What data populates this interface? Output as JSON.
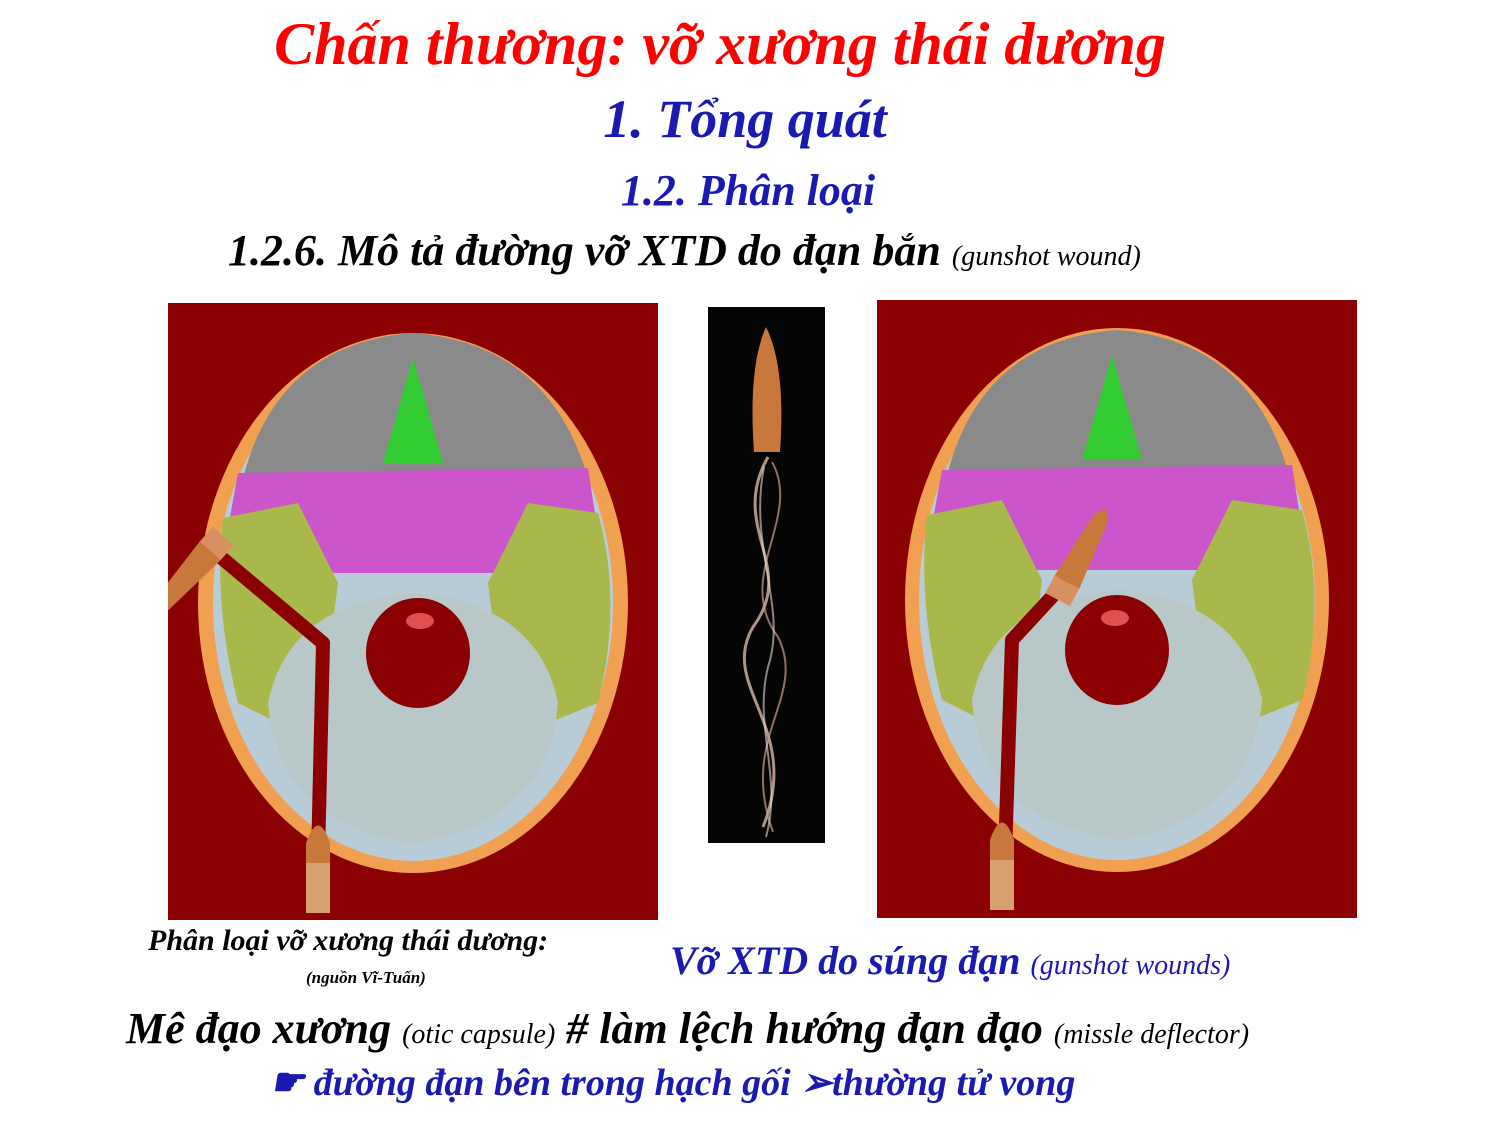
{
  "slide": {
    "title": "Chấn thương: vỡ xương thái dương",
    "section": "1. Tổng quát",
    "subsection": "1.2. Phân loại",
    "heading_main": "1.2.6. Mô tả đường vỡ XTD do đạn bắn ",
    "heading_note": "(gunshot wound)"
  },
  "captions": {
    "left_title": "Phân loại vỡ xương thái dương:",
    "left_source": "(nguồn Vĩ-Tuấn)",
    "right_main": "Vỡ XTD do súng đạn ",
    "right_note": "(gunshot wounds)"
  },
  "footer": {
    "part1": "Mê đạo xương ",
    "part1_note": "(otic capsule)",
    "part2": " # làm lệch hướng đạn đạo ",
    "part2_note": "(missle deflector)",
    "bullet_symbol": "☛",
    "path_text": " đường đạn bên trong hạch gối ",
    "arrow_symbol": "➢",
    "outcome_text": "thường tử vong"
  },
  "colors": {
    "title": "#ff0000",
    "headings": "#1a1ab3",
    "panel_bg": "#8b0000",
    "frontal": "#8a8a8a",
    "ethmoid": "#33cc33",
    "sphenoid": "#cc55cc",
    "temporal": "#a8b84a",
    "occipital": "#b8c8c8",
    "skull_rim": "#f0a050",
    "bullet": "#c8783a"
  }
}
